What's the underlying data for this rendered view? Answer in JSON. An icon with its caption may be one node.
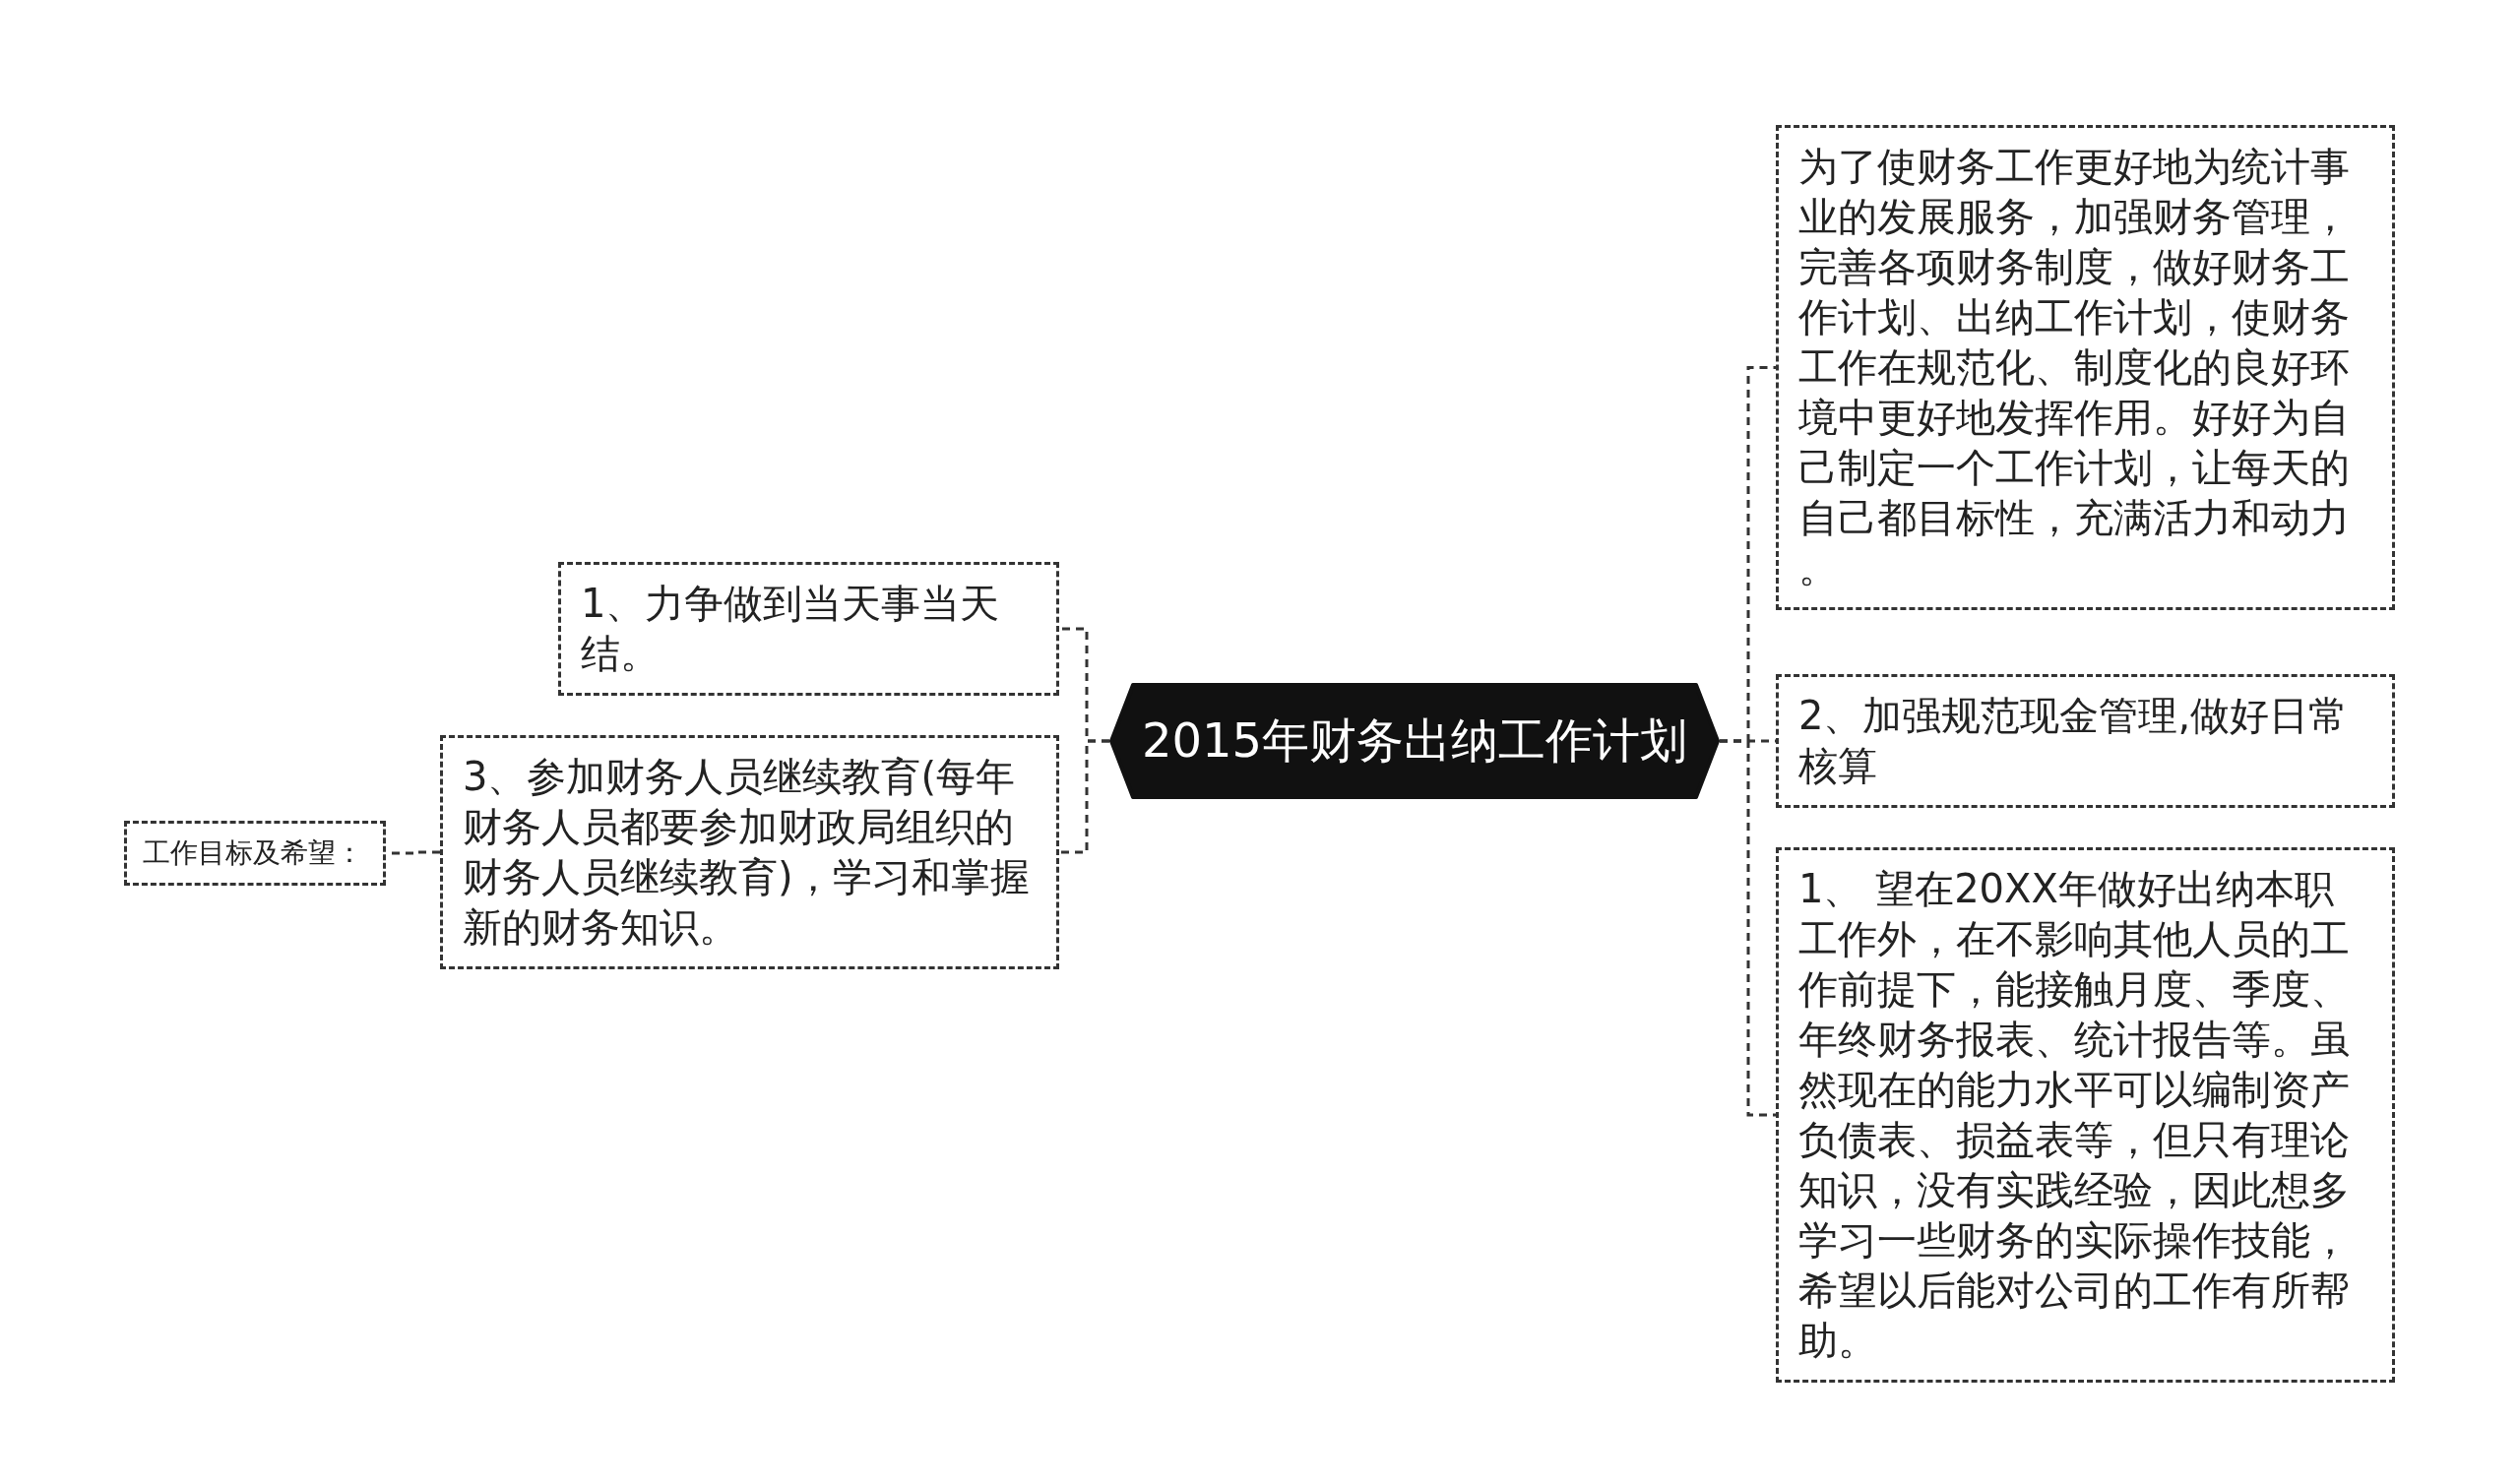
{
  "diagram": {
    "nodes": [
      {
        "text": [
          "2015年财务出纳工作计划"
        ]
      },
      {
        "text": [
          "1、力争做到当天事当天结。"
        ]
      },
      {
        "text": [
          "3、参加财务人员继续教育(每年财务人员都要参加财政局组织的财务人员继续教育)，学习和掌握新的财务知识。"
        ]
      },
      {
        "text": [
          "工作目标及希望："
        ]
      },
      {
        "text": [
          "为了使财务工作更好地为统计事业的发展服务，加强财务管理，完善各项财务制度，做好财务工作计划、出纳工作计划，使财务工作在规范化、制度化的良好环境中更好地发挥作用。好好为自己制定一个工作计划，让每天的自己都目标性，充满活力和动力。"
        ]
      },
      {
        "text": [
          "2、加强规范现金管理,做好日常核算"
        ]
      },
      {
        "text": [
          "1、 望在20XX年做好出纳本职工作外，在不影响其他人员的工作前提下，能接触月度、季度、年终财务报表、统计报告等。虽然现在的能力水平可以编制资产负债表、损益表等，但只有理论知识，没有实践经验，因此想多学习一些财务的实际操作技能，希望以后能对公司的工作有所帮助。"
        ]
      }
    ],
    "edges": [
      {
        "from": 0,
        "to": 1,
        "arrow": "none"
      },
      {
        "from": 0,
        "to": 2,
        "arrow": "none"
      },
      {
        "from": 2,
        "to": 3,
        "arrow": "none"
      },
      {
        "from": 0,
        "to": 4,
        "arrow": "none"
      },
      {
        "from": 0,
        "to": 5,
        "arrow": "none"
      },
      {
        "from": 0,
        "to": 6,
        "arrow": "none"
      }
    ]
  }
}
